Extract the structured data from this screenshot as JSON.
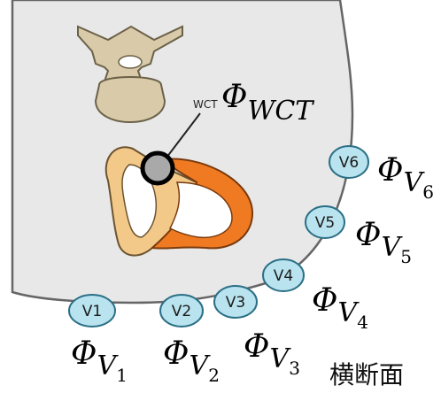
{
  "wct_label": "WCT",
  "phi_symbol": "Φ",
  "phi_wct_sub": "WCT",
  "electrodes": [
    {
      "id": "V1",
      "label": "V1",
      "phi_sub": "V",
      "phi_subsub": "1"
    },
    {
      "id": "V2",
      "label": "V2",
      "phi_sub": "V",
      "phi_subsub": "2"
    },
    {
      "id": "V3",
      "label": "V3",
      "phi_sub": "V",
      "phi_subsub": "3"
    },
    {
      "id": "V4",
      "label": "V4",
      "phi_sub": "V",
      "phi_subsub": "4"
    },
    {
      "id": "V5",
      "label": "V5",
      "phi_sub": "V",
      "phi_subsub": "5"
    },
    {
      "id": "V6",
      "label": "V6",
      "phi_sub": "V",
      "phi_subsub": "6"
    }
  ],
  "cross_section_label": "横断面",
  "colors": {
    "torso_fill": "#e8e8e8",
    "torso_outline": "#666666",
    "electrode_fill": "#b9e3ee",
    "electrode_stroke": "#2b6f86",
    "heart_right": "#f3c98a",
    "heart_left": "#ef7a22",
    "spine": "#d9cba9"
  }
}
